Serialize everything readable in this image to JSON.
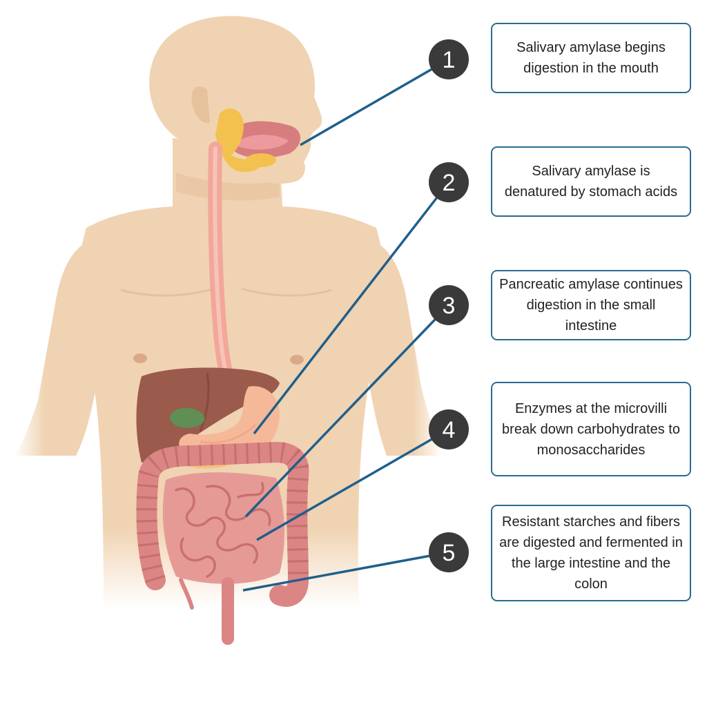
{
  "steps": [
    {
      "number": "1",
      "text": "Salivary amylase begins digestion in the mouth"
    },
    {
      "number": "2",
      "text": "Salivary amylase is denatured by stomach acids"
    },
    {
      "number": "3",
      "text": "Pancreatic amylase continues digestion in the small intestine"
    },
    {
      "number": "4",
      "text": "Enzymes at the microvilli break down carbohydrates to monosaccharides"
    },
    {
      "number": "5",
      "text": "Resistant starches and fibers are digested and fermented in the large intestine and the colon"
    }
  ],
  "colors": {
    "skin": "#f0d3b2",
    "skin_shadow": "#e6c19c",
    "esophagus": "#f2a79a",
    "liver": "#9a5a4c",
    "gallbladder": "#5f8f55",
    "stomach": "#f5b99a",
    "pancreas": "#f3c27a",
    "salivary_gland": "#f2c14e",
    "intestine": "#e69a96",
    "colon": "#db8584",
    "line": "#1f5f8b",
    "badge": "#3a3a3a",
    "box_border": "#2a6a91"
  }
}
